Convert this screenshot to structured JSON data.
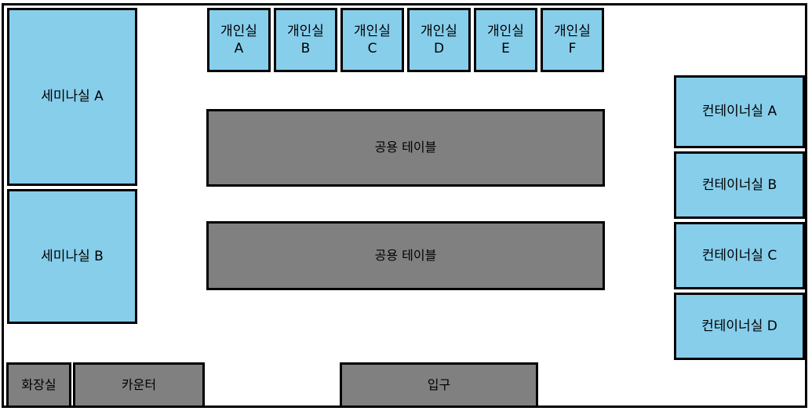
{
  "colors": {
    "room": "#87ceeb",
    "shared": "#808080",
    "border": "#000000",
    "background": "#ffffff"
  },
  "seminar": [
    {
      "label": "세미나실 A"
    },
    {
      "label": "세미나실 B"
    }
  ],
  "private_rooms": [
    {
      "name": "개인실",
      "letter": "A"
    },
    {
      "name": "개인실",
      "letter": "B"
    },
    {
      "name": "개인실",
      "letter": "C"
    },
    {
      "name": "개인실",
      "letter": "D"
    },
    {
      "name": "개인실",
      "letter": "E"
    },
    {
      "name": "개인실",
      "letter": "F"
    }
  ],
  "tables": [
    {
      "label": "공용 테이블"
    },
    {
      "label": "공용 테이블"
    }
  ],
  "containers": [
    {
      "label": "컨테이너실 A"
    },
    {
      "label": "컨테이너실 B"
    },
    {
      "label": "컨테이너실 C"
    },
    {
      "label": "컨테이너실 D"
    }
  ],
  "bottom": {
    "restroom": "화장실",
    "counter": "카운터",
    "entrance": "입구"
  }
}
